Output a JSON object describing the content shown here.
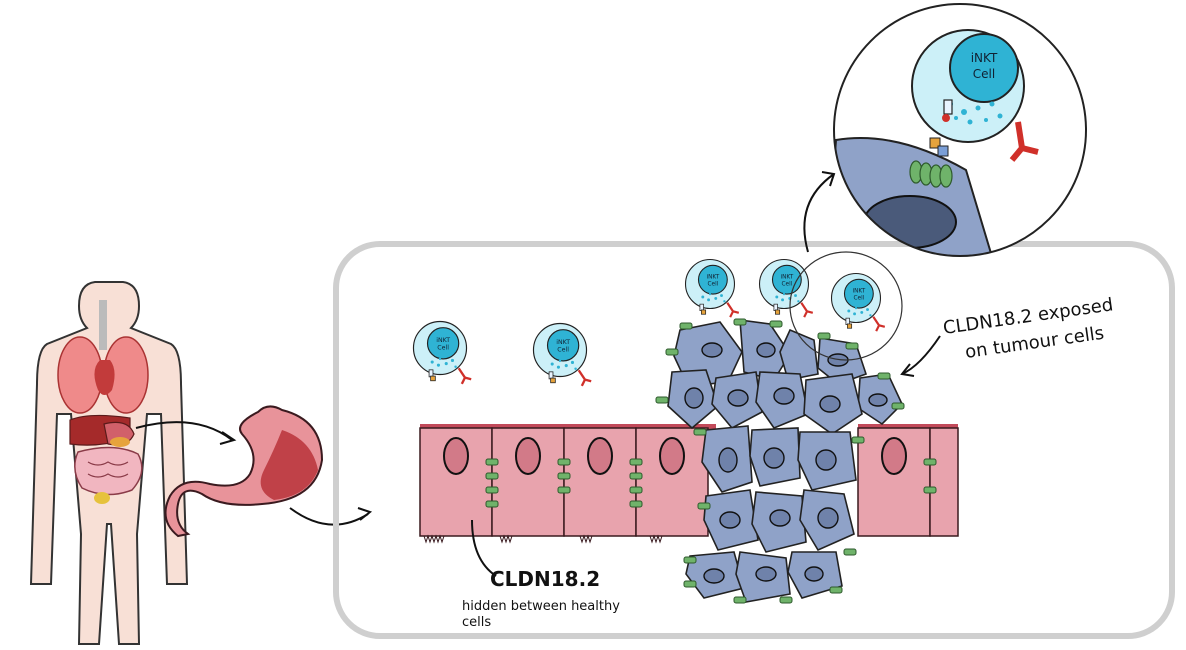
{
  "labels": {
    "cldn_hidden_title": "CLDN18.2",
    "cldn_hidden_sub1": "hidden between healthy",
    "cldn_hidden_sub2": "cells",
    "cldn_exposed_1": "CLDN18.2 exposed",
    "cldn_exposed_2": "on tumour cells",
    "cell_label_line1": "iNKT",
    "cell_label_line2": "Cell"
  },
  "colors": {
    "healthy_cell": "#e8a3ad",
    "tumour_cell": "#8fa2c8",
    "inkt_cell": "#a9e3f0",
    "inkt_nucleus": "#2fb3d4",
    "claudin": "#4e8f4a",
    "receptor": "#d0302a",
    "organ_red": "#c23b3b",
    "skin": "#f8e0d6",
    "frame": "#cfcfcf"
  }
}
